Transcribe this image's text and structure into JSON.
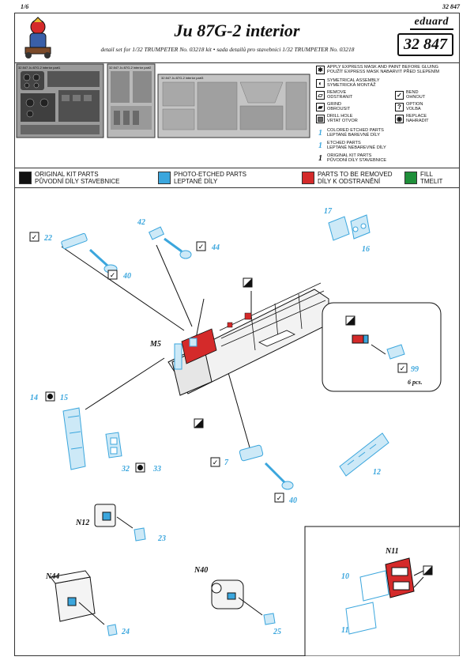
{
  "page": {
    "number": "1/6",
    "kit_code": "32 847"
  },
  "header": {
    "title": "Ju 87G-2 interior",
    "subtitle": "detail set for 1/32  TRUMPETER  No. 03218 kit • sada detailů pro stavebnici 1/32  TRUMPETER  No. 03218",
    "brand": "eduard",
    "kit_number": "32 847"
  },
  "frets": {
    "fret1_code": "32 847   Ju 87G-2 interior   part1",
    "fret2_code": "32 847   Ju 87G-2 interior   part2",
    "fret3_code": "32 847   Ju 87G-2 interior   part3"
  },
  "legend": [
    {
      "icon": "mask-icon",
      "glyph": "✱",
      "cols": 2,
      "en": "APPLY EXPRESS MASK AND PAINT BEFORE GLUING",
      "cz": "POUŽÍT EXPRESS MASK NABARVIT PŘED SLEPENÍM"
    },
    {
      "icon": "symmetry-icon",
      "glyph": "◐",
      "cols": 2,
      "en": "SYMETRICAL ASSEMBLY",
      "cz": "SYMETRICKÁ MONTÁŽ"
    },
    {
      "icon": "remove-icon",
      "glyph": "▱",
      "cols": 1,
      "en": "REMOVE",
      "cz": "ODSTRANIT"
    },
    {
      "icon": "bend-icon",
      "glyph": "✓",
      "cols": 1,
      "en": "BEND",
      "cz": "OHNOUT"
    },
    {
      "icon": "grind-icon",
      "glyph": "▰",
      "cols": 1,
      "en": "GRIND",
      "cz": "OBROUSIT"
    },
    {
      "icon": "option-icon",
      "glyph": "?",
      "cols": 1,
      "en": "OPTION",
      "cz": "VOLBA"
    },
    {
      "icon": "drill-icon",
      "glyph": "▥",
      "cols": 1,
      "en": "DRILL HOLE",
      "cz": "VRTAT OTVOR"
    },
    {
      "icon": "replace-icon",
      "glyph": "◉",
      "cols": 1,
      "en": "REPLACE",
      "cz": "NAHRADIT"
    },
    {
      "num": "1",
      "kind": "pe",
      "cols": 2,
      "en": "COLORED ETCHED PARTS",
      "cz": "LEPTANÉ BAREVNÉ DÍLY"
    },
    {
      "num": "1",
      "kind": "pe",
      "cols": 2,
      "en": "ETCHED PARTS",
      "cz": "LEPTANÉ NEBAREVNÉ DÍLY"
    },
    {
      "num": "1",
      "kind": "kit",
      "cols": 2,
      "en": "ORIGINAL KIT PARTS",
      "cz": "PŮVODNÍ DÍLY STAVEBNICE"
    }
  ],
  "color_key": [
    {
      "color": "#111111",
      "en": "ORIGINAL KIT PARTS",
      "cz": "PŮVODNÍ DÍLY STAVEBNICE"
    },
    {
      "color": "#3ba6dd",
      "en": "PHOTO-ETCHED PARTS",
      "cz": "LEPTANÉ DÍLY"
    },
    {
      "color": "#d42a2a",
      "en": "PARTS TO BE REMOVED",
      "cz": "DÍLY K ODSTRANĚNÍ"
    },
    {
      "color": "#1f8f3a",
      "en": "FILL",
      "cz": "TMELIT"
    }
  ],
  "diagram": {
    "part_labels": [
      "22",
      "40",
      "42",
      "44",
      "17",
      "16",
      "M5",
      "99",
      "6 pcs.",
      "14",
      "15",
      "32",
      "33",
      "7",
      "40",
      "12",
      "N12",
      "23",
      "N44",
      "24",
      "N40",
      "25",
      "N11",
      "10",
      "11"
    ],
    "colors": {
      "pe": "#3ba6dd",
      "pe_fill": "#cde9f7",
      "kit": "#111111",
      "remove": "#d42a2a"
    }
  }
}
